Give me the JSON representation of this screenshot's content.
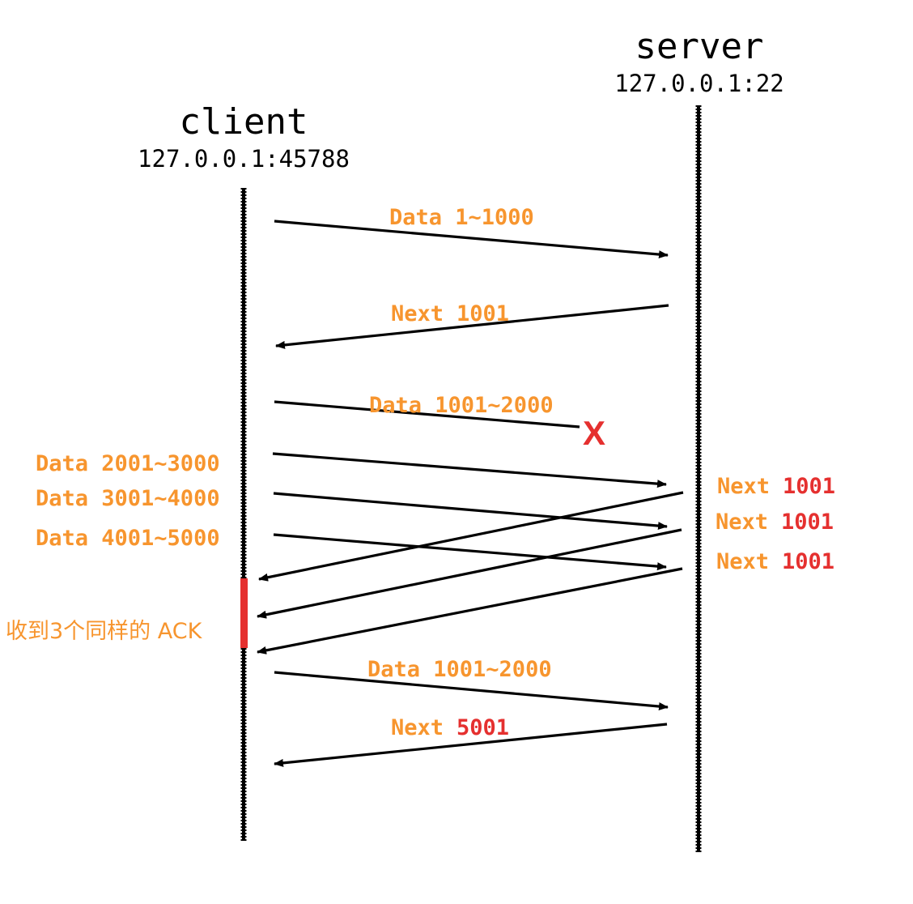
{
  "server": {
    "name": "server",
    "address": "127.0.0.1:22"
  },
  "client": {
    "name": "client",
    "address": "127.0.0.1:45788"
  },
  "messages": [
    {
      "label": "Data 1~1000"
    },
    {
      "label": "Next",
      "value": "1001"
    },
    {
      "label": "Data 1001~2000"
    },
    {
      "label": "Data 2001~3000"
    },
    {
      "label": "Data 3001~4000"
    },
    {
      "label": "Data 4001~5000"
    },
    {
      "label": "Next",
      "value": "1001"
    },
    {
      "label": "Next",
      "value": "1001"
    },
    {
      "label": "Next",
      "value": "1001"
    },
    {
      "label": "Data 1001~2000"
    },
    {
      "label": "Next",
      "value": "5001"
    }
  ],
  "loss_marker": "X",
  "note": "收到3个同样的 ACK",
  "colors": {
    "label": "#f7952e",
    "highlight": "#e5302f",
    "line": "#000000"
  }
}
